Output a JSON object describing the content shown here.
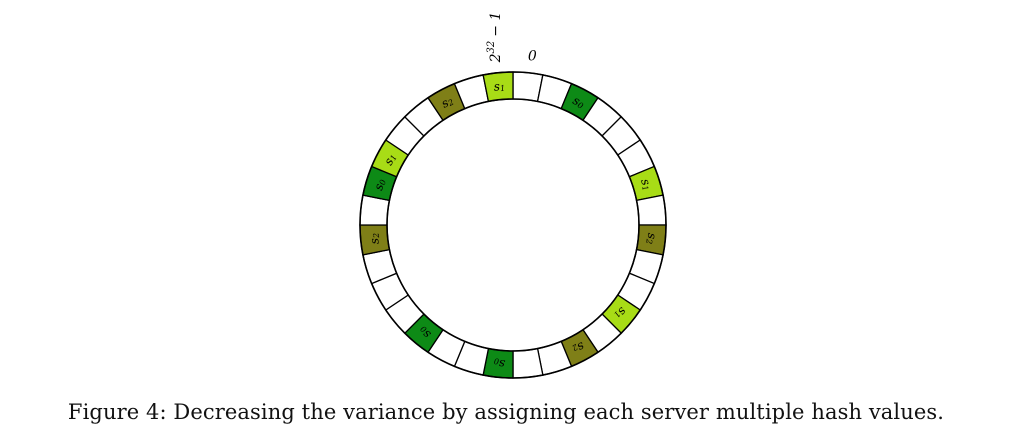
{
  "ring": {
    "segment_count": 32,
    "label_zero": "0",
    "label_max_base": "2",
    "label_max_exp": "32",
    "label_max_tail": "− 1",
    "segments": [
      {
        "index": 0,
        "server": ""
      },
      {
        "index": 1,
        "server": ""
      },
      {
        "index": 2,
        "server": "s0"
      },
      {
        "index": 3,
        "server": ""
      },
      {
        "index": 4,
        "server": ""
      },
      {
        "index": 5,
        "server": ""
      },
      {
        "index": 6,
        "server": "s1"
      },
      {
        "index": 7,
        "server": ""
      },
      {
        "index": 8,
        "server": "s2"
      },
      {
        "index": 9,
        "server": ""
      },
      {
        "index": 10,
        "server": ""
      },
      {
        "index": 11,
        "server": "s1"
      },
      {
        "index": 12,
        "server": ""
      },
      {
        "index": 13,
        "server": "s2"
      },
      {
        "index": 14,
        "server": ""
      },
      {
        "index": 15,
        "server": ""
      },
      {
        "index": 16,
        "server": "s0"
      },
      {
        "index": 17,
        "server": ""
      },
      {
        "index": 18,
        "server": ""
      },
      {
        "index": 19,
        "server": "s0"
      },
      {
        "index": 20,
        "server": ""
      },
      {
        "index": 21,
        "server": ""
      },
      {
        "index": 22,
        "server": ""
      },
      {
        "index": 23,
        "server": "s2"
      },
      {
        "index": 24,
        "server": ""
      },
      {
        "index": 25,
        "server": "s0"
      },
      {
        "index": 26,
        "server": "s1"
      },
      {
        "index": 27,
        "server": ""
      },
      {
        "index": 28,
        "server": ""
      },
      {
        "index": 29,
        "server": "s2"
      },
      {
        "index": 30,
        "server": ""
      },
      {
        "index": 31,
        "server": "s1"
      }
    ]
  },
  "servers": {
    "s0": {
      "base": "s",
      "sub": "0",
      "color": "#0d8a16"
    },
    "s1": {
      "base": "s",
      "sub": "1",
      "color": "#a8dc16"
    },
    "s2": {
      "base": "s",
      "sub": "2",
      "color": "#7f7f17"
    }
  },
  "caption": "Figure 4: Decreasing the variance by assigning each server multiple hash values."
}
